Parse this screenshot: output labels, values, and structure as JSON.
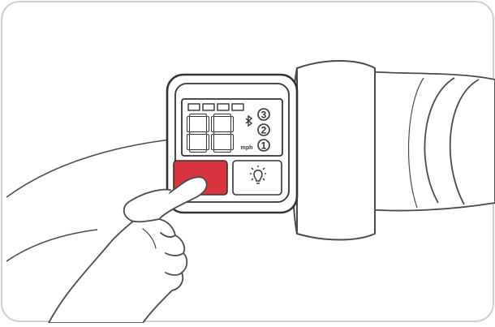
{
  "display": {
    "speed_unit": "mph",
    "assist_levels": [
      "3",
      "2",
      "1"
    ],
    "bluetooth_icon": "bluetooth-icon",
    "light_icon": "light-bulb-icon",
    "battery_segments": 4
  },
  "colors": {
    "outline": "#4a4a4a",
    "power_button": "#d8353f",
    "frame": "#cfcfcf",
    "segment": "#333333"
  }
}
